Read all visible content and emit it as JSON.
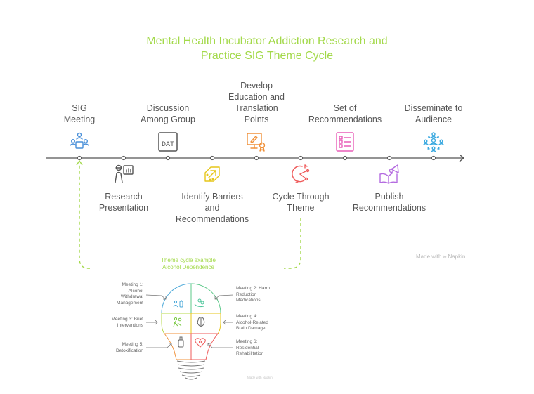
{
  "title": {
    "line1": "Mental Health Incubator Addiction Research and",
    "line2": "Practice SIG Theme Cycle"
  },
  "colors": {
    "accent": "#a3d94a",
    "line": "#555555",
    "text": "#555555"
  },
  "timeline": {
    "steps": [
      {
        "lines": [
          "SIG",
          "Meeting"
        ],
        "position": "top",
        "icon": "meeting-group-icon",
        "color": "#4a90d9"
      },
      {
        "lines": [
          "Research",
          "Presentation"
        ],
        "position": "bottom",
        "icon": "presenter-chart-icon",
        "color": "#555555"
      },
      {
        "lines": [
          "Discussion",
          "Among Group"
        ],
        "position": "top",
        "icon": "data-board-icon",
        "color": "#555555"
      },
      {
        "lines": [
          "Identify Barriers",
          "and",
          "Recommendations"
        ],
        "position": "bottom",
        "icon": "arrow-tag-icon",
        "color": "#e6c619"
      },
      {
        "lines": [
          "Develop",
          "Education and",
          "Translation",
          "Points"
        ],
        "position": "top",
        "icon": "certificate-monitor-icon",
        "color": "#f0913a"
      },
      {
        "lines": [
          "Cycle Through",
          "Theme"
        ],
        "position": "bottom",
        "icon": "cycle-icon",
        "color": "#ef5b5b"
      },
      {
        "lines": [
          "Set of",
          "Recommendations"
        ],
        "position": "top",
        "icon": "checklist-icon",
        "color": "#e85fb8"
      },
      {
        "lines": [
          "Publish",
          "Recommendations"
        ],
        "position": "bottom",
        "icon": "book-megaphone-icon",
        "color": "#b46be0"
      },
      {
        "lines": [
          "Disseminate to",
          "Audience"
        ],
        "position": "top",
        "icon": "audience-network-icon",
        "color": "#3aa9e0"
      }
    ]
  },
  "loop_note": {
    "line1": "Theme cycle example",
    "line2": "Alcohol Dependence"
  },
  "watermark": {
    "prefix": "Made with",
    "brand": "Napkin"
  },
  "bulb": {
    "meetings": [
      {
        "lines": [
          "Meeting 1:",
          "Alcohol",
          "Withdrawal",
          "Management"
        ],
        "side": "left",
        "icon": "people-bottle-icon",
        "color": "#4aa8d9"
      },
      {
        "lines": [
          "Meeting 2: Harm",
          "Reduction",
          "Medications"
        ],
        "side": "right",
        "icon": "hand-pills-icon",
        "color": "#4cc59a"
      },
      {
        "lines": [
          "Meeting 3: Brief",
          "Interventions"
        ],
        "side": "left",
        "icon": "running-person-icon",
        "color": "#7ac943"
      },
      {
        "lines": [
          "Meeting 4:",
          "Alcohol-Related",
          "Brain Damage"
        ],
        "side": "right",
        "icon": "brain-icon",
        "color": "#666666"
      },
      {
        "lines": [
          "Meeting 5:",
          "Detoxification"
        ],
        "side": "left",
        "icon": "bottle-icon",
        "color": "#666666"
      },
      {
        "lines": [
          "Meeting 6:",
          "Residential",
          "Rehabilitation"
        ],
        "side": "right",
        "icon": "heart-home-icon",
        "color": "#ef5b5b"
      }
    ],
    "segment_colors": [
      "#4aa8d9",
      "#5ec98a",
      "#b7d84a",
      "#e6c619",
      "#f0913a",
      "#ef5b5b"
    ]
  },
  "watermark_small": {
    "text": "Made with Napkin"
  }
}
